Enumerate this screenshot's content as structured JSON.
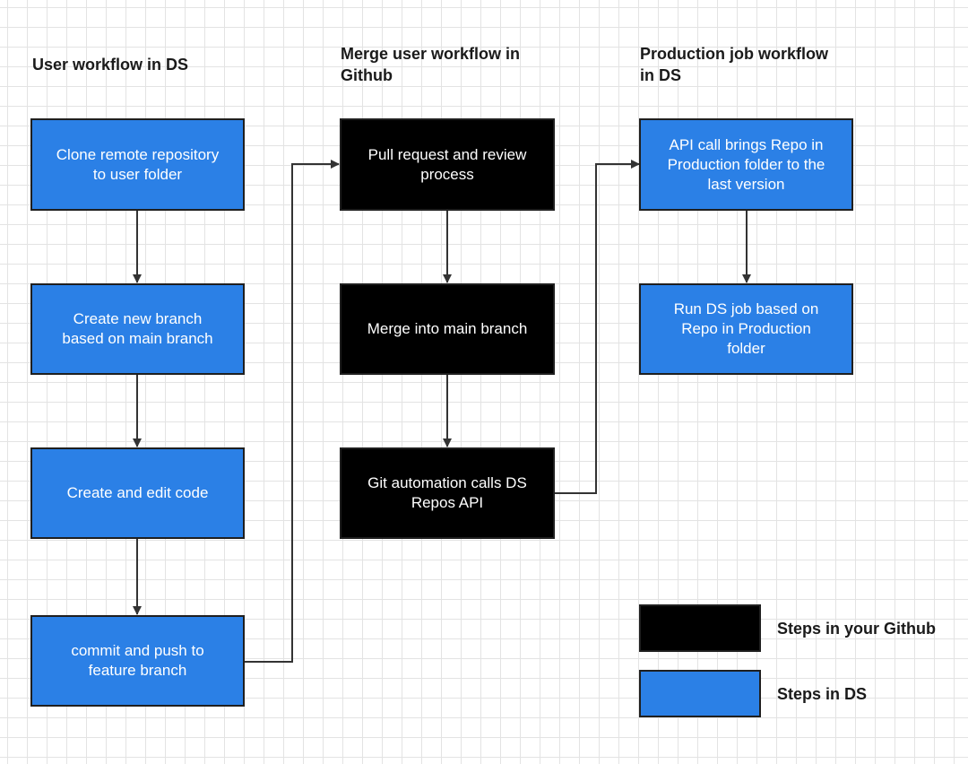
{
  "columns": {
    "user": {
      "heading": "User workflow in DS"
    },
    "merge": {
      "heading_line1": "Merge user workflow in",
      "heading_line2": "Github"
    },
    "production": {
      "heading_line1": "Production job workflow",
      "heading_line2": "in DS"
    }
  },
  "steps": {
    "clone": {
      "line1": "Clone remote repository",
      "line2": "to user folder"
    },
    "new_branch": {
      "line1": "Create new branch",
      "line2": "based on main branch"
    },
    "edit_code": {
      "line1": "Create and edit code"
    },
    "commit": {
      "line1": "commit and push to",
      "line2": "feature branch"
    },
    "pull_request": {
      "line1": "Pull request and review",
      "line2": "process"
    },
    "merge_main": {
      "line1": "Merge into main branch"
    },
    "git_automation": {
      "line1": "Git automation calls DS",
      "line2": "Repos API"
    },
    "api_call": {
      "line1": "API call brings Repo in",
      "line2": "Production folder to the",
      "line3": "last version"
    },
    "run_job": {
      "line1": "Run DS job based on",
      "line2": "Repo in Production",
      "line3": "folder"
    }
  },
  "legend": {
    "github": {
      "label": "Steps in your Github"
    },
    "ds": {
      "label": "Steps in DS"
    }
  },
  "colors": {
    "ds_step": "#2b80e6",
    "github_step": "#000000",
    "connector": "#333333"
  }
}
